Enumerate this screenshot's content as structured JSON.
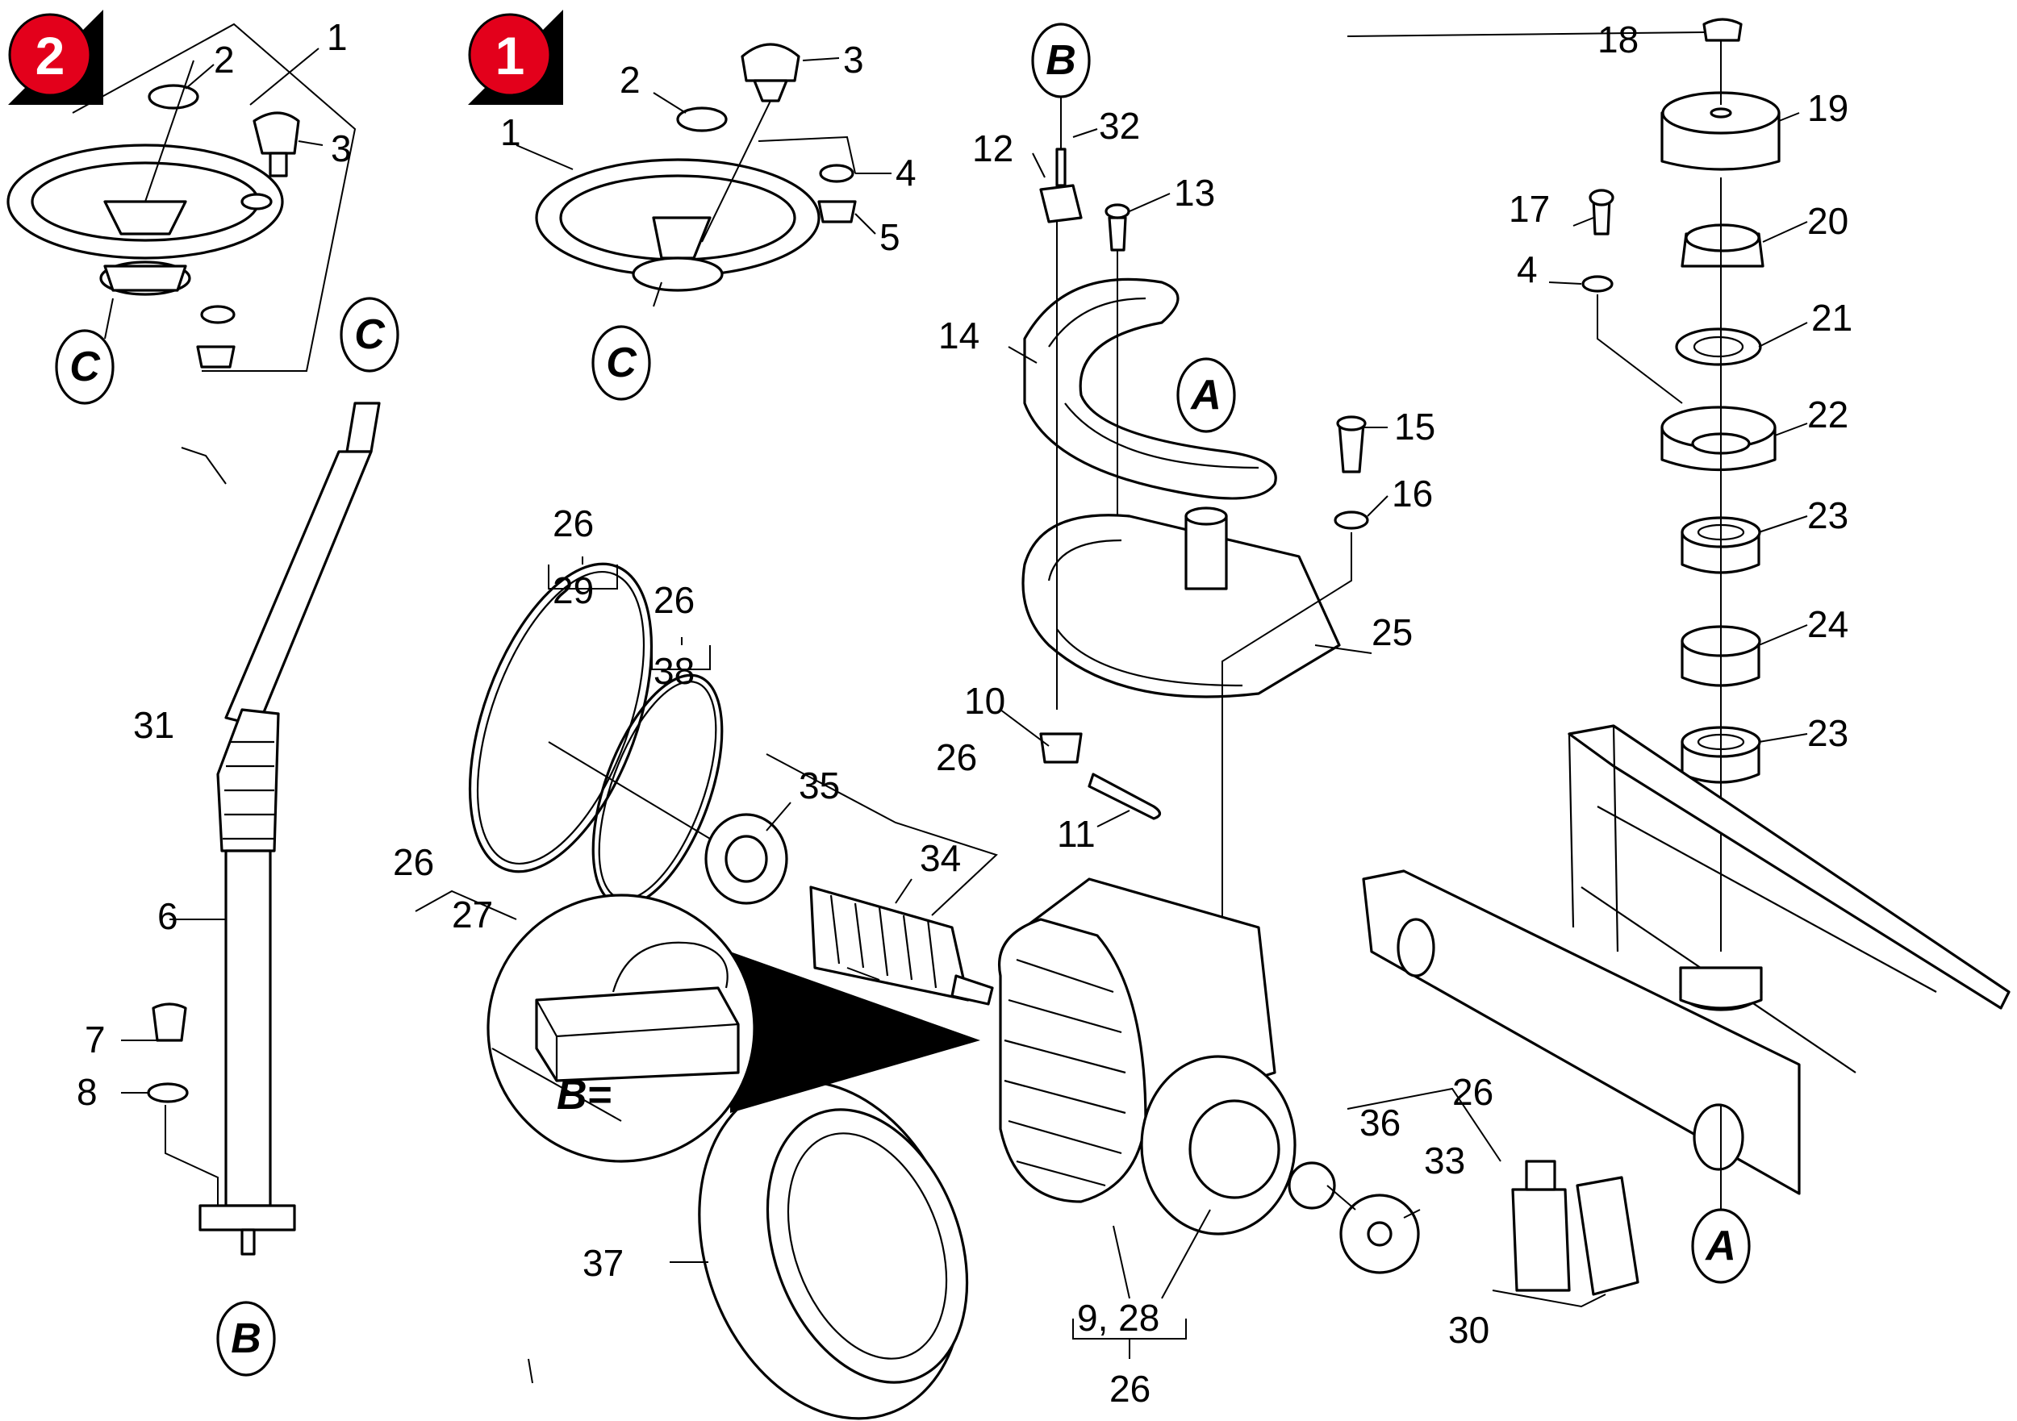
{
  "badges": [
    "2",
    "1"
  ],
  "labels": [
    "1",
    "2",
    "3",
    "2",
    "3",
    "1",
    "4",
    "5",
    "12",
    "32",
    "13",
    "14",
    "15",
    "16",
    "25",
    "10",
    "11",
    "18",
    "19",
    "17",
    "20",
    "4",
    "21",
    "22",
    "23",
    "24",
    "23",
    "31",
    "6",
    "7",
    "8",
    "26",
    "29",
    "26",
    "38",
    "35",
    "26",
    "34",
    "26",
    "27",
    "36",
    "26",
    "33",
    "37",
    "9, 28",
    "26",
    "30"
  ],
  "refs": [
    "C",
    "C",
    "C",
    "B",
    "B",
    "A",
    "A"
  ],
  "inset_text": "B=",
  "colors": {
    "badge_red": "#e3001b",
    "badge_shadow": "#000000"
  }
}
